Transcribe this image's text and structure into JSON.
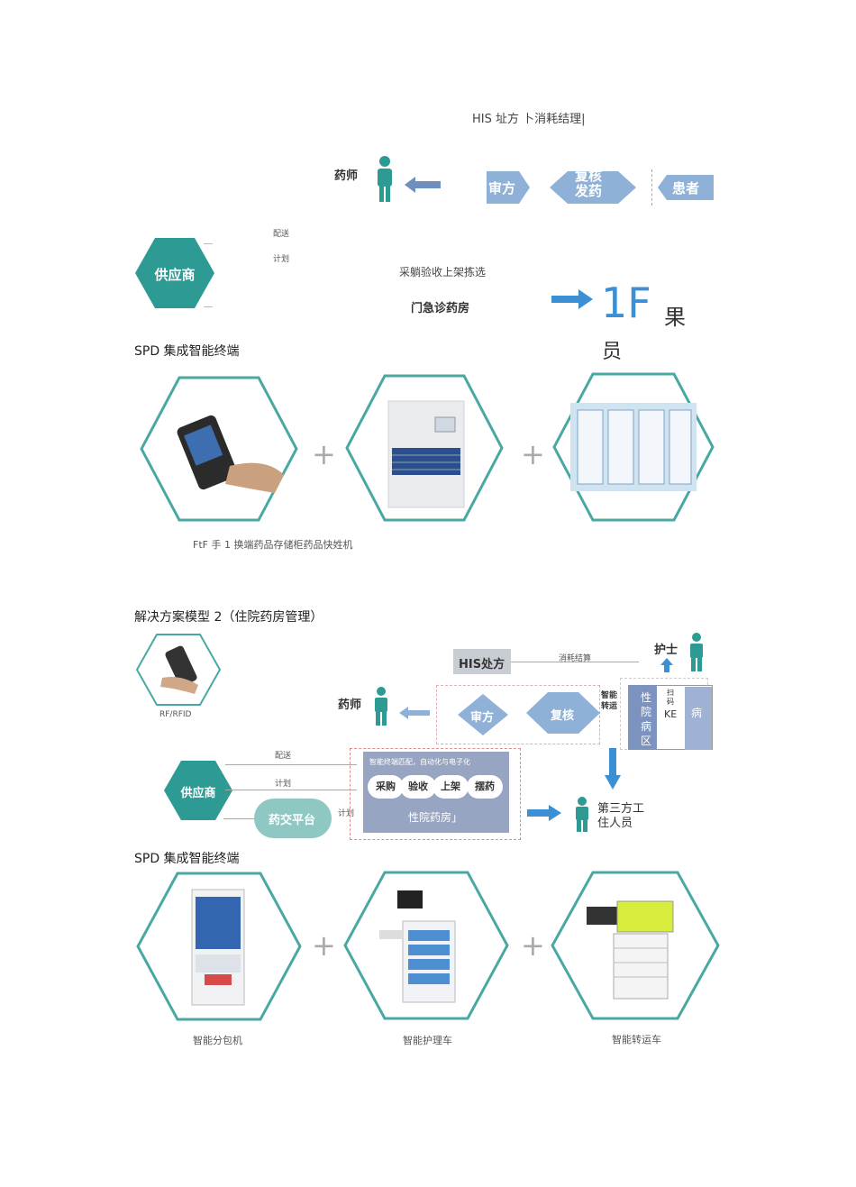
{
  "section1": {
    "flow_title": "HIS 址方 卜消耗结理|",
    "pharmacist": "药师",
    "review": "审方",
    "recheck": "复核\n发药",
    "patient": "患者",
    "deliver": "配送",
    "plan": "计划",
    "supplier": "供应商",
    "process": "采躺验收上架拣选",
    "outpatient_pharmacy": "门急诊药房",
    "big_f": "1F",
    "fruit": "果",
    "staff": "员",
    "terminal_title": "SPD 集成智能终端",
    "caption": "FtF 手 1 换端药品存储柜药品快姓机"
  },
  "section2": {
    "title": "解决方案模型 2（住院药房管理）",
    "rfid": "RF/RFID",
    "his_rx": "HIS处方",
    "settle": "消耗结算",
    "nurse": "护士",
    "pharmacist": "药师",
    "review": "审方",
    "recheck": "复核",
    "smart_transport": "智能\n转运",
    "ward_left": "性\n院\n病\n区",
    "scan": "扫\n码",
    "ke": "KE",
    "ward_right": "病",
    "deliver": "配送",
    "plan1": "计划",
    "plan2": "计划",
    "supplier": "供应商",
    "platform": "药交平台",
    "smart_header": "智能终端匹配，自动化与电子化",
    "steps": [
      "采购",
      "验收",
      "上架",
      "摆药"
    ],
    "inpatient_pharmacy": "性院药房」",
    "third_party": "第三方工\n住人员",
    "terminal_title": "SPD 集成智能终端",
    "captions": [
      "智能分包机",
      "智能护理车",
      "智能转运车"
    ]
  },
  "colors": {
    "teal": "#2e9a94",
    "blue": "#5b8ec9",
    "lightblue": "#8fb1d8",
    "grayblue": "#8a9bb8"
  }
}
